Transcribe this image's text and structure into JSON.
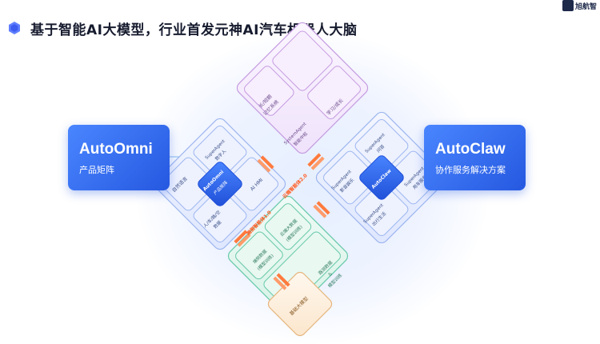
{
  "title": "基于智能AI大模型，行业首发元神AI汽车机器人大脑",
  "brand": "旭航智",
  "left_card": {
    "name": "AutoOmni",
    "subtitle": "产品矩阵"
  },
  "right_card": {
    "name": "AutoClaw",
    "subtitle": "协作服务解决方案"
  },
  "labels": {
    "long_memory": [
      "长/短期",
      "记忆系统"
    ],
    "learning": "学习/成长",
    "system_agent": [
      "SystemAgent",
      "智能中枢"
    ],
    "superagent_digital": [
      "SuperAgent",
      "数字人"
    ],
    "natural_lang": "自然语言",
    "autoomni_core": [
      "AutoOmni",
      "产品矩阵"
    ],
    "ai_hmi": "AI HMI",
    "people_vehicle": [
      "人/车/路/空",
      "数据"
    ],
    "cloud_model": "云端智能体2.0",
    "edge_model": "端侧智能体1.0",
    "cloud_data": [
      "云端大数据",
      "(模型训练)"
    ],
    "local_data": [
      "端侧数据",
      "(模型训练)"
    ],
    "data_training": [
      "路测数据",
      "&",
      "模型训练"
    ],
    "base_model": "基础大模型",
    "sa_qa": [
      "SuperAgent",
      "问答"
    ],
    "sa_media": [
      "SuperAgent",
      "影音娱乐"
    ],
    "sa_autoclaw": "AutoClaw",
    "sa_car": [
      "SuperAgent",
      "用车服务"
    ],
    "sa_travel": [
      "SuperAgent",
      "出行生活"
    ]
  },
  "colors": {
    "accent_blue": "#2f66f2",
    "purple": "#c59be0",
    "blue_block": "#9db6ef",
    "green_block": "#66c9a8",
    "peach_block": "#e6b67f",
    "connector_orange": "#ff7a3d"
  }
}
